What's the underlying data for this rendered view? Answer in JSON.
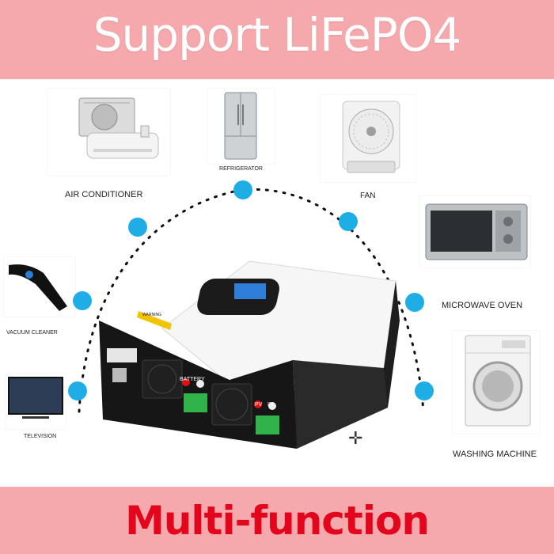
{
  "header": {
    "title": "Support LiFePO4"
  },
  "footer": {
    "title": "Multi-function"
  },
  "appliances": {
    "air_conditioner": "AIR CONDITIONER",
    "refrigerator": "REFRIGERATOR",
    "fan": "FAN",
    "microwave_oven": "MICROWAVE OVEN",
    "vacuum_cleaner": "VACUUM CLEANER",
    "washing_machine": "WASHING MACHINE",
    "television": "TELEVISION"
  },
  "inverter": {
    "battery_label": "BATTERY",
    "pv_label": "PV",
    "in_label": "IN",
    "warning_label": "WARNING"
  },
  "colors": {
    "banner": "#f5a9ad",
    "footer_text": "#e3051b",
    "dot": "#1eaee5"
  }
}
